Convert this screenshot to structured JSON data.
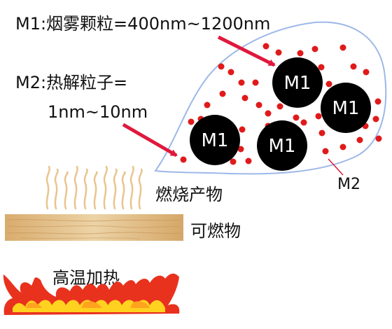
{
  "labels": {
    "m1_def": "M1:烟雾颗粒=400nm~1200nm",
    "m2_def_line1": "M2:热解粒子=",
    "m2_def_line2": "1nm~10nm",
    "m2_pointer": "M2",
    "products": "燃烧产物",
    "fuel": "可燃物",
    "heat": "高温加热"
  },
  "particles": {
    "m1_label": "M1",
    "m1_count": 4,
    "m2_dot_count": 40
  },
  "colors": {
    "cloud_outline": "#9db8e8",
    "m1_fill": "#000000",
    "m2_dot": "#e01a1a",
    "arrow": "#e0183c",
    "wood": "#e3bf8a",
    "smoke_wisp": "#e8c58e",
    "flame_outer": "#e8321e",
    "flame_inner": "#ffd21f"
  }
}
